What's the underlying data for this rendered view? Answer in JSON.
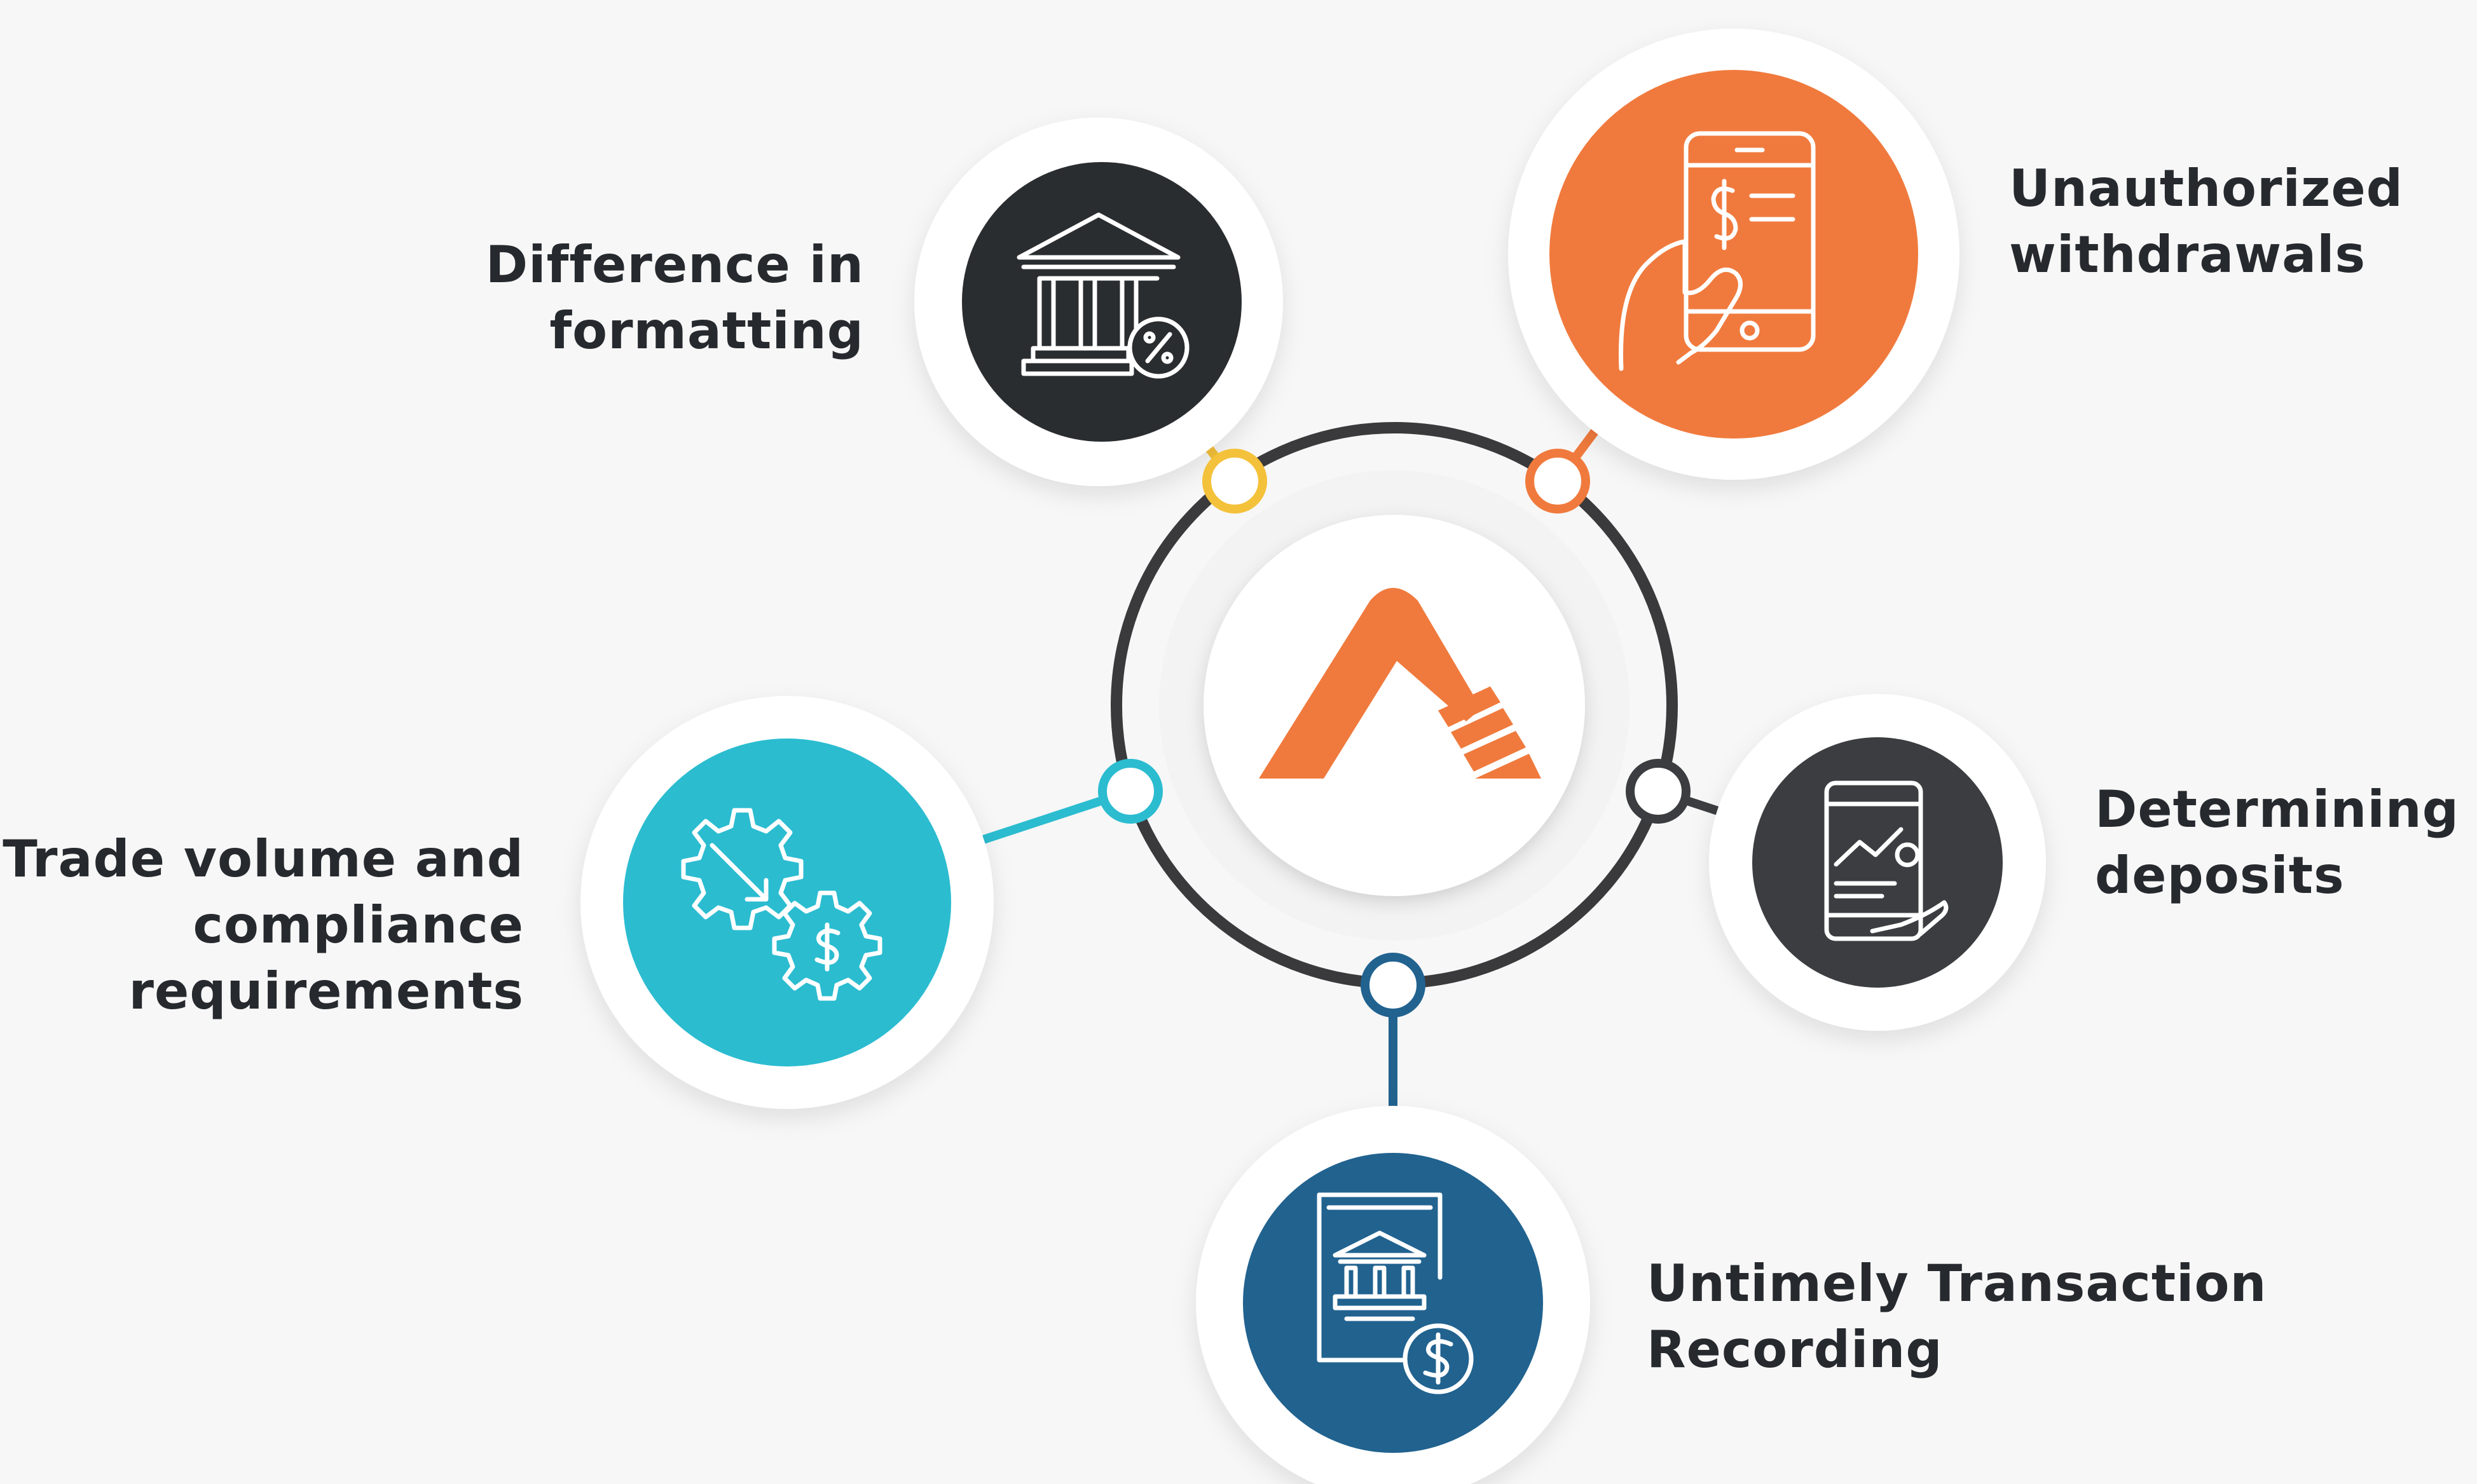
{
  "colors": {
    "background": "#f7f7f7",
    "ring": "#3a3a3c",
    "text": "#262a2e",
    "orange": "#f07a3d",
    "yellow": "#f4c13a",
    "teal": "#2bbcd0",
    "charcoal": "#2a2d30",
    "dark_gray": "#3b3d40",
    "navy": "#21628f"
  },
  "center_logo": {
    "icon": "triangle-logo-icon"
  },
  "items": [
    {
      "id": "difference-in-formatting",
      "lines": [
        "Difference in",
        "formatting"
      ],
      "icon": "bank-percent-icon",
      "color": "#2a2d30",
      "connector_color": "#f4c13a"
    },
    {
      "id": "unauthorized-withdrawals",
      "lines": [
        "Unauthorized",
        "withdrawals"
      ],
      "icon": "phone-payment-hand-icon",
      "color": "#f07a3d",
      "connector_color": "#f07a3d"
    },
    {
      "id": "trade-volume",
      "lines": [
        "Trade volume and",
        "compliance",
        "requirements"
      ],
      "icon": "gears-dollar-icon",
      "color": "#2bbcd0",
      "connector_color": "#2bbcd0"
    },
    {
      "id": "determining-deposits",
      "lines": [
        "Determining",
        "deposits"
      ],
      "icon": "phone-chart-hand-icon",
      "color": "#3b3d40",
      "connector_color": "#3b3d40"
    },
    {
      "id": "untimely-transaction-recording",
      "lines": [
        "Untimely Transaction",
        "Recording"
      ],
      "icon": "bank-document-dollar-icon",
      "color": "#21628f",
      "connector_color": "#21628f"
    }
  ]
}
